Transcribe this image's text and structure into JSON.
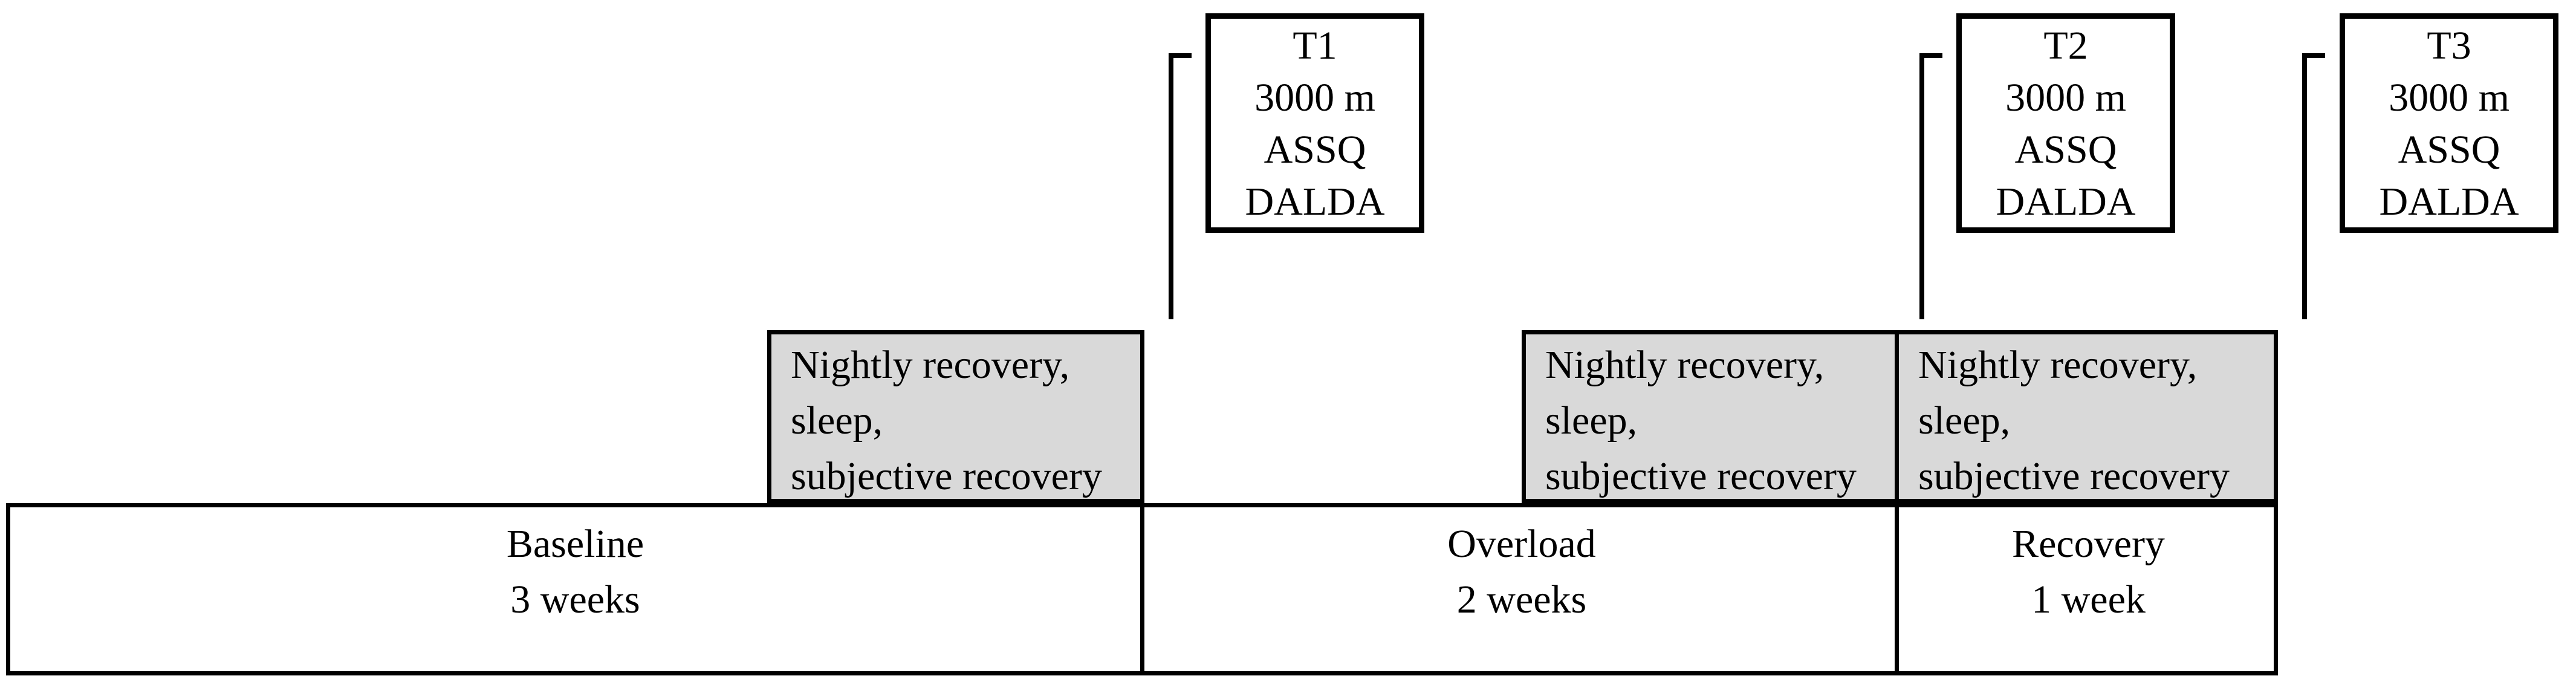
{
  "assessments": [
    {
      "name": "T1",
      "lines": [
        "T1",
        "3000 m",
        "ASSQ",
        "DALDA"
      ]
    },
    {
      "name": "T2",
      "lines": [
        "T2",
        "3000 m",
        "ASSQ",
        "DALDA"
      ]
    },
    {
      "name": "T3",
      "lines": [
        "T3",
        "3000 m",
        "ASSQ",
        "DALDA"
      ]
    }
  ],
  "monitoring_boxes": [
    {
      "lines": [
        "Nightly recovery,",
        "sleep,",
        "subjective recovery"
      ]
    },
    {
      "lines": [
        "Nightly recovery,",
        "sleep,",
        "subjective recovery"
      ]
    },
    {
      "lines": [
        "Nightly recovery,",
        "sleep,",
        "subjective recovery"
      ]
    }
  ],
  "phases": [
    {
      "name": "Baseline",
      "duration": "3 weeks"
    },
    {
      "name": "Overload",
      "duration": "2 weeks"
    },
    {
      "name": "Recovery",
      "duration": "1 week"
    }
  ],
  "colors": {
    "line": "#000000",
    "monitoring_fill": "#d9d9d9",
    "background": "#ffffff"
  }
}
